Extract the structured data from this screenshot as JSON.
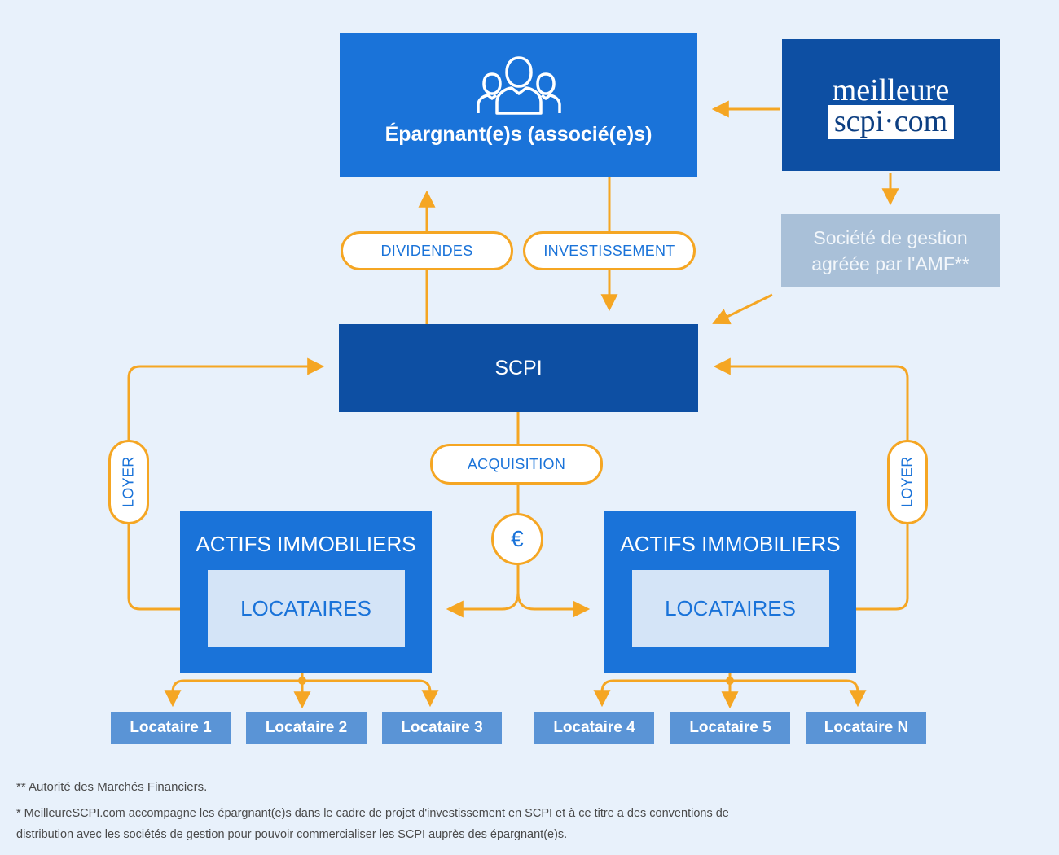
{
  "epargnants": {
    "label": "Épargnant(e)s (associé(e)s)",
    "icon": "people-group-icon"
  },
  "logo": {
    "line1": "meilleure",
    "line2": "scpi·com"
  },
  "societe_gestion": {
    "line1": "Société de gestion",
    "line2": "agréée par l'AMF**"
  },
  "scpi": {
    "label": "SCPI"
  },
  "pills": {
    "dividendes": "DIVIDENDES",
    "investissement": "INVESTISSEMENT",
    "acquisition": "ACQUISITION",
    "loyer_left": "LOYER",
    "loyer_right": "LOYER",
    "euro": "€"
  },
  "actifs_left": {
    "title": "ACTIFS IMMOBILIERS",
    "inner": "LOCATAIRES"
  },
  "actifs_right": {
    "title": "ACTIFS IMMOBILIERS",
    "inner": "LOCATAIRES"
  },
  "locataires": [
    "Locataire 1",
    "Locataire 2",
    "Locataire 3",
    "Locataire 4",
    "Locataire 5",
    "Locataire N"
  ],
  "footnotes": {
    "amf": "** Autorité des Marchés Financiers.",
    "disclaimer_line1": "* MeilleureSCPI.com accompagne les épargnant(e)s dans le cadre de projet d'investissement en SCPI et à ce titre a des conventions de",
    "disclaimer_line2": "distribution avec les sociétés de gestion pour pouvoir commercialiser les SCPI auprès des épargnant(e)s."
  },
  "colors": {
    "accent_orange": "#f5a623",
    "blue": "#1a73d9",
    "dark_blue": "#0d4fa3",
    "background": "#e8f1fb"
  }
}
